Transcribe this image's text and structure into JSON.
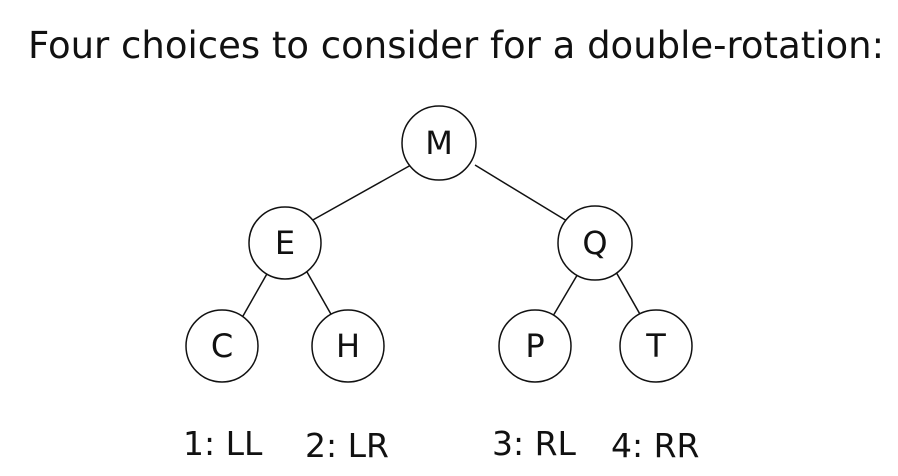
{
  "title": "Four choices to consider for a double-rotation:",
  "tree": {
    "nodes": {
      "root": "M",
      "left": "E",
      "right": "Q",
      "left_left": "C",
      "left_right": "H",
      "right_left": "P",
      "right_right": "T"
    },
    "edges": [
      [
        "root",
        "left"
      ],
      [
        "root",
        "right"
      ],
      [
        "left",
        "left_left"
      ],
      [
        "left",
        "left_right"
      ],
      [
        "right",
        "right_left"
      ],
      [
        "right",
        "right_right"
      ]
    ]
  },
  "cases": {
    "c1": "1: LL",
    "c2": "2: LR",
    "c3": "3: RL",
    "c4": "4: RR"
  },
  "colors": {
    "stroke": "#111111",
    "node_fill": "#ffffff",
    "text": "#111111"
  }
}
